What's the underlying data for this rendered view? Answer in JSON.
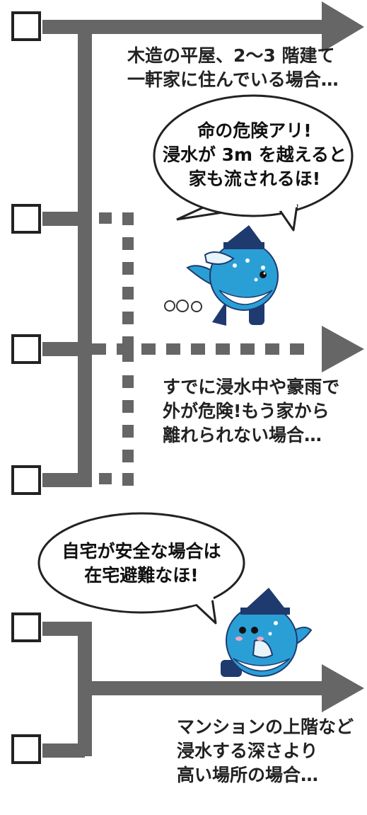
{
  "options": [
    {
      "label_lines": [
        "木造の平屋、2～3 階建て",
        "一軒家に住んでいる場合…"
      ]
    },
    {
      "label_lines": [
        "すでに浸水中や豪雨で",
        "外が危険!もう家から",
        "離れられない場合…"
      ]
    },
    {
      "label_lines": [
        "マンションの上階など",
        "浸水する深さより",
        "高い場所の場合…"
      ]
    }
  ],
  "bubbles": [
    {
      "lines": [
        "命の危険アリ!",
        "浸水が 3m を越えると",
        "家も流されるほ!"
      ]
    },
    {
      "lines": [
        "自宅が安全な場合は",
        "在宅避難なほ!"
      ]
    }
  ],
  "colors": {
    "line_gray": "#666666",
    "mascot_blue": "#2a9fd6",
    "mascot_navy": "#1f3a6e"
  }
}
